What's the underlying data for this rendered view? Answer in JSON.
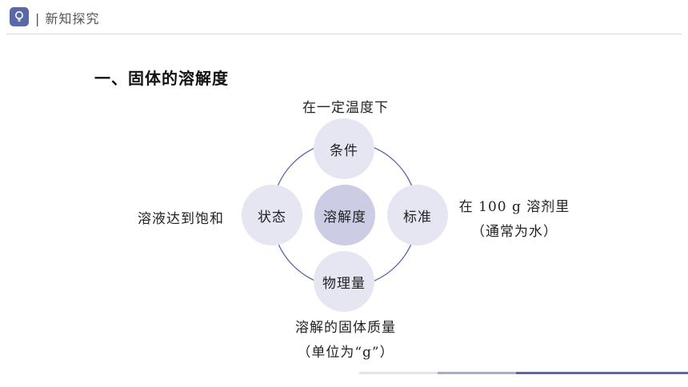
{
  "header": {
    "title": "| 新知探究",
    "logo_icon": "lightbulb-icon",
    "accent_color": "#5b68a8"
  },
  "section_title": "一、固体的溶解度",
  "diagram": {
    "center": "溶解度",
    "nodes": {
      "top": "条件",
      "right": "标准",
      "bottom": "物理量",
      "left": "状态"
    },
    "labels": {
      "top": "在一定温度下",
      "right_line1": "在 100 g 溶剂里",
      "right_line2": "（通常为水）",
      "bottom_line1": "溶解的固体质量",
      "bottom_line2": "（单位为“g”）",
      "left": "溶液达到饱和"
    },
    "colors": {
      "node_fill": "#e6e6f3",
      "center_fill": "#cccce5",
      "ring_stroke": "#5b68a8"
    }
  }
}
